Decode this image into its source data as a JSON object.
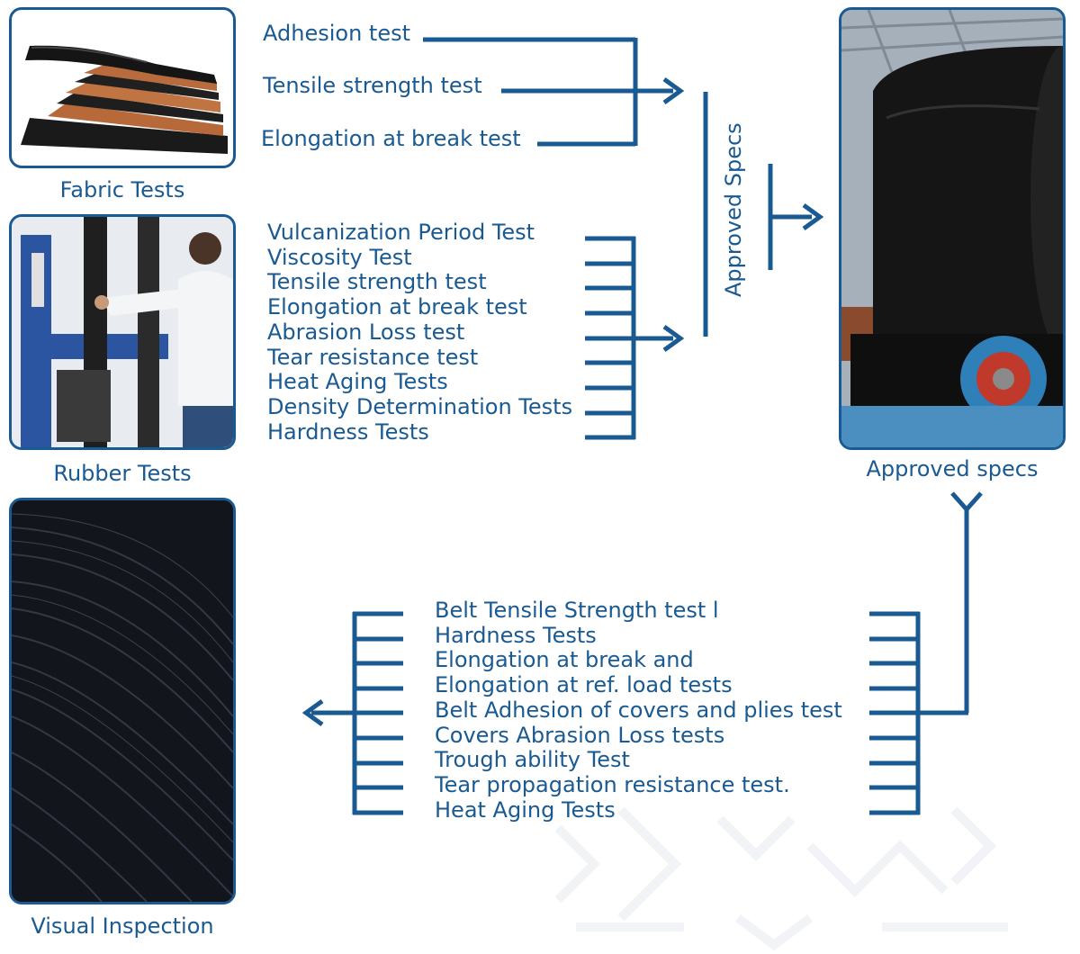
{
  "colors": {
    "accent": "#1a5a92",
    "background": "#ffffff"
  },
  "fabric": {
    "caption": "Fabric Tests",
    "tests": [
      "Adhesion test",
      "Tensile strength test",
      "Elongation at break test"
    ]
  },
  "rubber": {
    "caption": "Rubber Tests",
    "tests": [
      "Vulcanization Period Test",
      "Viscosity Test",
      "Tensile strength test",
      "Elongation at break test",
      "Abrasion Loss test",
      "Tear resistance test",
      "Heat Aging Tests",
      "Density Determination Tests",
      "Hardness Tests"
    ]
  },
  "approved": {
    "vertical_label": "Approved Specs",
    "caption": "Approved specs"
  },
  "belt": {
    "tests": [
      "Belt Tensile Strength test l",
      "Hardness Tests",
      "Elongation at break and",
      "Elongation at ref. load tests",
      "Belt Adhesion of covers and plies test",
      "Covers Abrasion Loss tests",
      "Trough ability Test",
      "Tear propagation resistance test.",
      "Heat Aging Tests"
    ]
  },
  "visual": {
    "caption": "Visual Inspection"
  }
}
